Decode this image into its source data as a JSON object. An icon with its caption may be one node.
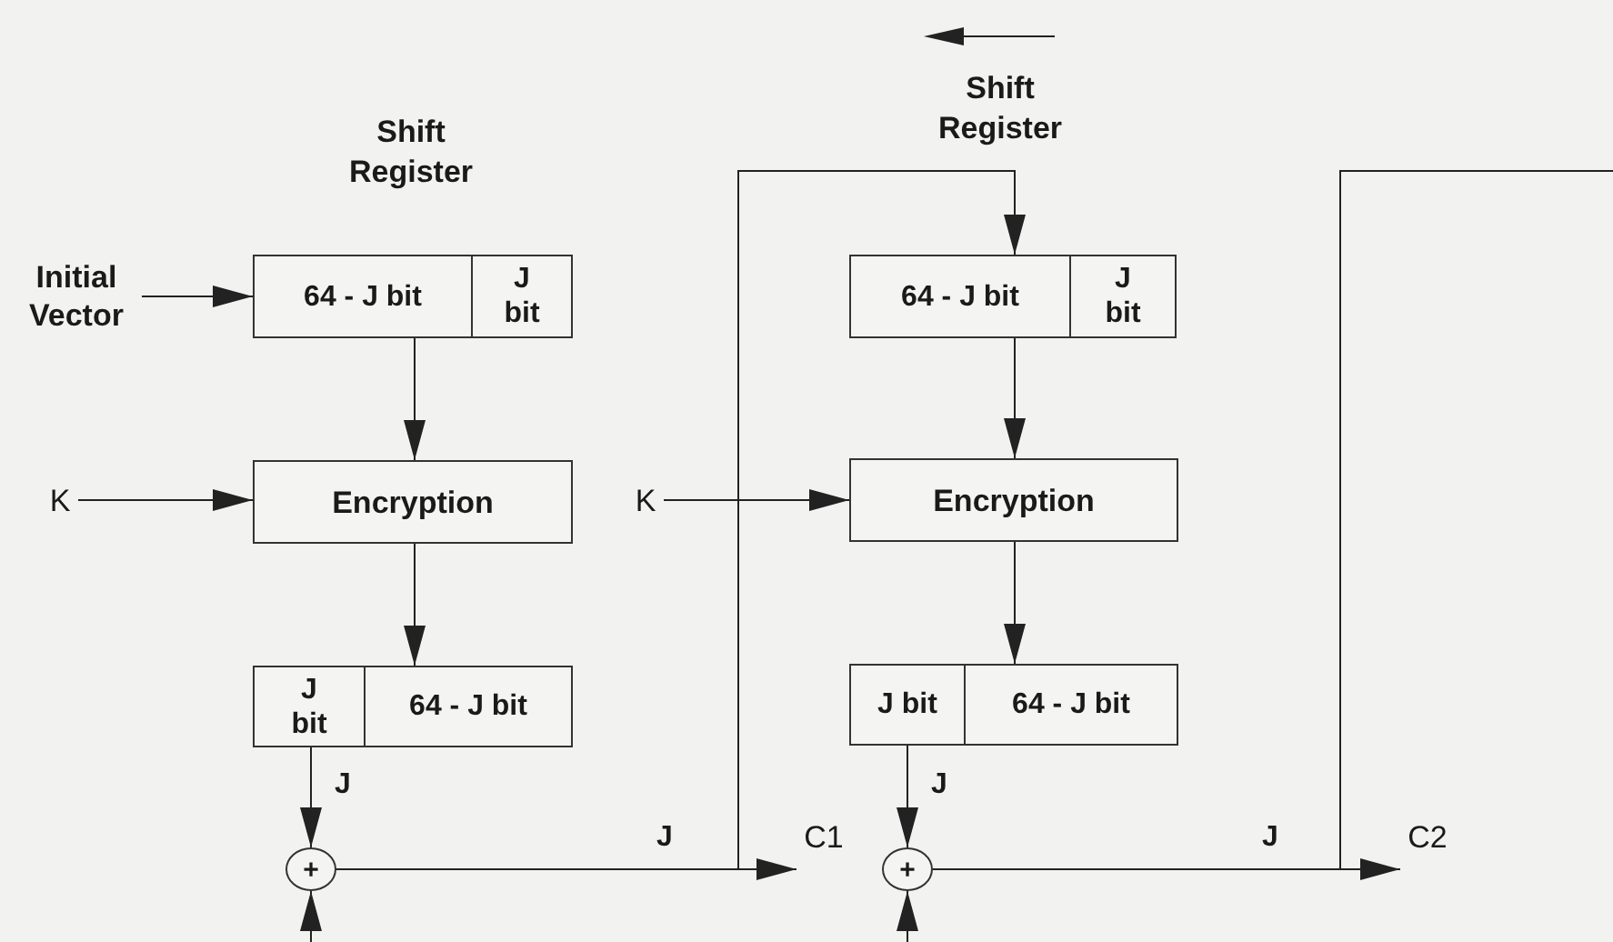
{
  "diagram": {
    "nodes": [
      {
        "text": [
          "Initial Vector"
        ]
      },
      {
        "text": [
          "64 - J bit",
          "J bit"
        ],
        "beside": [
          "Shift Register"
        ]
      },
      {
        "text": [
          "K"
        ]
      },
      {
        "text": [
          "Encryption"
        ]
      },
      {
        "text": [
          "J bit",
          "64 - J bit"
        ]
      },
      {
        "text": [
          "+"
        ]
      },
      {
        "text": [
          "C1"
        ]
      },
      {
        "text": [
          "64 - J bit",
          "J bit"
        ],
        "beside": [
          "Shift Register"
        ]
      },
      {
        "text": [
          "K"
        ]
      },
      {
        "text": [
          "Encryption"
        ]
      },
      {
        "text": [
          "J bit",
          "64 - J bit"
        ]
      },
      {
        "text": [
          "+"
        ]
      },
      {
        "text": [
          "C2"
        ]
      }
    ],
    "edges": [
      {
        "from": 0,
        "to": 1,
        "arrow": "to"
      },
      {
        "from": 1,
        "to": 3,
        "arrow": "to"
      },
      {
        "from": 2,
        "to": 3,
        "arrow": "to"
      },
      {
        "from": 3,
        "to": 4,
        "arrow": "to"
      },
      {
        "from": 4,
        "to": 5,
        "arrow": "to",
        "label": "J"
      },
      {
        "from": null,
        "to": 5,
        "arrow": "to"
      },
      {
        "from": 5,
        "to": 6,
        "arrow": "to",
        "label": "J"
      },
      {
        "from": 5,
        "to": 7,
        "arrow": "to"
      },
      {
        "from": 7,
        "to": 9,
        "arrow": "to"
      },
      {
        "from": 8,
        "to": 9,
        "arrow": "to"
      },
      {
        "from": 9,
        "to": 10,
        "arrow": "to"
      },
      {
        "from": 10,
        "to": 11,
        "arrow": "to",
        "label": "J"
      },
      {
        "from": null,
        "to": 11,
        "arrow": "to"
      },
      {
        "from": 11,
        "to": 12,
        "arrow": "to",
        "label": "J"
      },
      {
        "from": 11,
        "to": null,
        "arrow": "to"
      }
    ]
  }
}
